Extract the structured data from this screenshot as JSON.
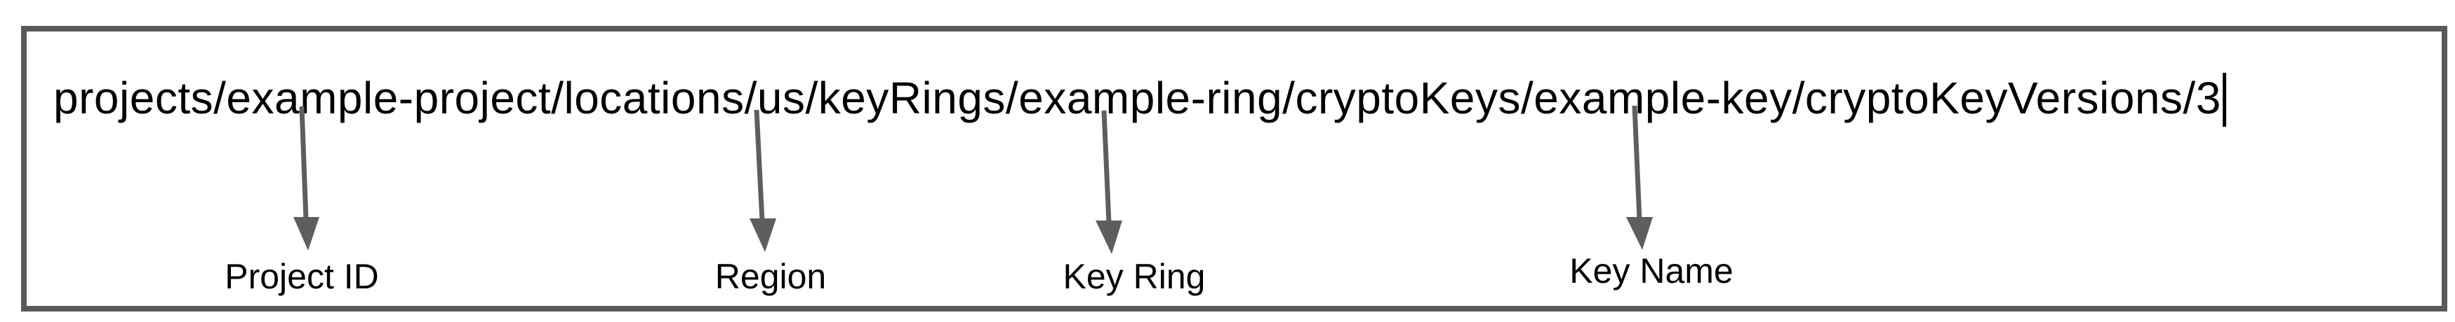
{
  "resource_path": {
    "value": "projects/example-project/locations/us/keyRings/example-ring/cryptoKeys/example-key/cryptoKeyVersions/3",
    "version_number": "3"
  },
  "annotations": [
    {
      "label": "Project ID",
      "segment": "example-project"
    },
    {
      "label": "Region",
      "segment": "us"
    },
    {
      "label": "Key Ring",
      "segment": "example-ring"
    },
    {
      "label": "Key Name",
      "segment": "example-key"
    }
  ],
  "colors": {
    "background": "#ffffff",
    "border": "#595959",
    "arrow": "#5e5e5e",
    "text": "#000000"
  }
}
